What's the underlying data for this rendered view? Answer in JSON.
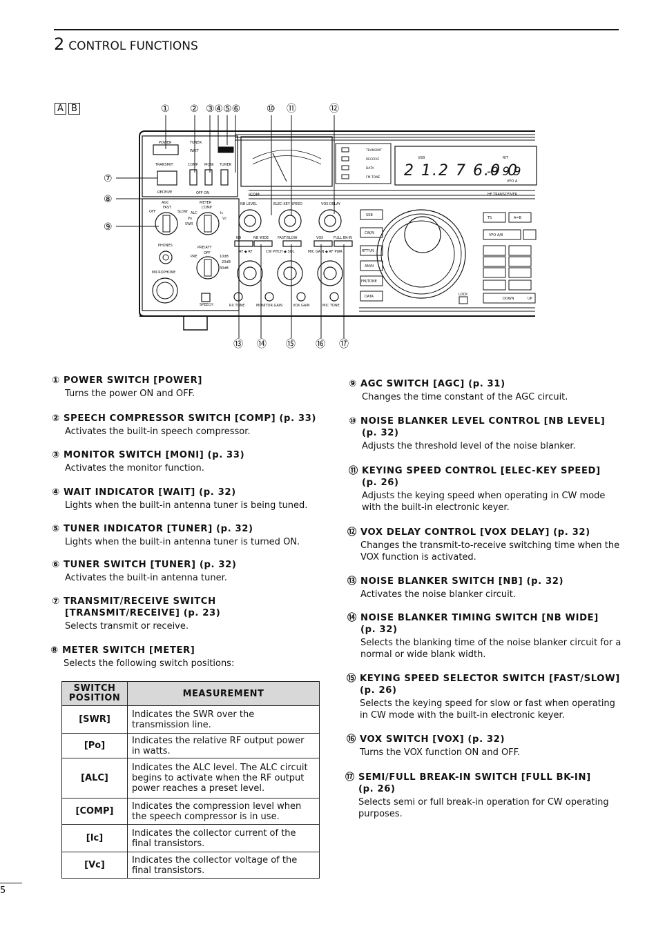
{
  "chapter": {
    "number": "2",
    "title": "CONTROL FUNCTIONS"
  },
  "version_labels": [
    "A",
    "B"
  ],
  "page_number": "5",
  "diagram": {
    "top_callouts": [
      "①",
      "②",
      "③④⑤⑥",
      "⑩",
      "⑪",
      "⑫"
    ],
    "left_callouts": [
      "⑦",
      "⑧",
      "⑨"
    ],
    "bottom_callouts": [
      "⑬",
      "⑭",
      "⑮",
      "⑯",
      "⑰"
    ],
    "panel": {
      "power": "POWER",
      "tuner": "TUNER",
      "wait": "WAIT",
      "transmit": "TRANSMIT",
      "comp": "COMP",
      "moni": "MONI",
      "tuner_sw": "TUNER",
      "receive": "RECEIVE",
      "off_on": "OFF ON",
      "agc": "AGC",
      "fast": "FAST",
      "off": "OFF",
      "slow": "SLOW",
      "meter": "METER",
      "comp2": "COMP",
      "swr": "SWR",
      "alc": "ALC",
      "po": "Po",
      "ic": "Ic",
      "vc": "Vc",
      "phones": "PHONES",
      "pre_att": "PRE/ATT",
      "pre": "PRE",
      "off2": "OFF",
      "db10": "10dB",
      "db20": "20dB",
      "db30": "30dB",
      "microphone": "MICROPHONE",
      "nb_level": "NB LEVEL",
      "elec_key_speed": "ELEC-KEY SPEED",
      "vox_delay": "VOX DELAY",
      "nb": "NB",
      "nb_wide": "NB WIDE",
      "fast_slow": "FAST/SLOW",
      "vox": "VOX",
      "full_bkin": "FULL BK-IN",
      "af_rf": "AF ◆ RF",
      "cw_pitch": "CW PITCH ◆ SQL",
      "mic_gain": "MIC GAIN ◆ RF PWR",
      "speech": "SPEECH",
      "rx_tone": "RX TONE",
      "monitor_gain": "MONITOR GAIN",
      "vox_gain": "VOX GAIN",
      "mic_tone": "MIC TONE",
      "icom": "ICOM",
      "hf_transceiver": "HF TRANSCEIVER",
      "ind_transmit": "TRANSMIT",
      "ind_receive": "RECEIVE",
      "ind_data": "DATA",
      "ind_fm_tone": "FM TONE",
      "usb": "USB",
      "rit": "RIT",
      "vfo_a": "VFO A",
      "freq": "2 1.2 7 6.0 0",
      "rit_val": "-9 9 9",
      "modes": [
        "SSB",
        "CW/N",
        "RTTY/N",
        "AM/N",
        "FM/TONE",
        "DATA"
      ],
      "lock": "LOCK",
      "ts": "TS",
      "ab": "A=B",
      "vfo_ab": "VFO A/B",
      "down": "DOWN",
      "up": "UP"
    }
  },
  "items_left": [
    {
      "title": "① POWER SWITCH [POWER]",
      "body": "Turns the power ON and OFF."
    },
    {
      "title": "② SPEECH COMPRESSOR SWITCH [COMP] (p. 33)",
      "body": "Activates the built-in speech compressor."
    },
    {
      "title": "③ MONITOR SWITCH [MONI] (p. 33)",
      "body": "Activates the monitor function."
    },
    {
      "title": "④ WAIT INDICATOR [WAIT] (p. 32)",
      "body": "Lights when the built-in antenna tuner is being tuned."
    },
    {
      "title": "⑤ TUNER INDICATOR [TUNER] (p. 32)",
      "body": "Lights when the built-in antenna tuner is turned ON."
    },
    {
      "title": "⑥ TUNER SWITCH [TUNER] (p. 32)",
      "body": "Activates the built-in antenna tuner."
    },
    {
      "title": "⑦ TRANSMIT/RECEIVE SWITCH",
      "title2": "[TRANSMIT/RECEIVE] (p. 23)",
      "body": "Selects transmit or receive."
    },
    {
      "title": "⑧ METER SWITCH [METER]",
      "body": "Selects the following switch positions:"
    }
  ],
  "table": {
    "headers": [
      "SWITCH POSITION",
      "MEASUREMENT"
    ],
    "rows": [
      {
        "pos": "[SWR]",
        "desc": "Indicates the SWR over the transmission line."
      },
      {
        "pos": "[Po]",
        "desc": "Indicates the relative RF output power in watts."
      },
      {
        "pos": "[ALC]",
        "desc": "Indicates the ALC level. The ALC circuit begins to activate when the RF output power reaches a preset level."
      },
      {
        "pos": "[COMP]",
        "desc": "Indicates the compression level when the speech compressor is in use."
      },
      {
        "pos": "[Ic]",
        "desc": "Indicates the collector current of the final transistors."
      },
      {
        "pos": "[Vc]",
        "desc": "Indicates the collector voltage of the final transistors."
      }
    ]
  },
  "items_right": [
    {
      "title": "⑨ AGC SWITCH [AGC] (p. 31)",
      "body": "Changes the time constant of the AGC circuit."
    },
    {
      "title": "⑩ NOISE BLANKER LEVEL CONTROL [NB LEVEL]",
      "title2": "(p. 32)",
      "body": "Adjusts the threshold level of the noise blanker."
    },
    {
      "title": "⑪ KEYING SPEED CONTROL [ELEC-KEY SPEED]",
      "title2": "(p. 26)",
      "body": "Adjusts the keying speed when operating in CW mode with the built-in electronic keyer."
    },
    {
      "title": "⑫ VOX DELAY CONTROL [VOX DELAY] (p. 32)",
      "body": "Changes the transmit-to-receive switching time when the VOX function is activated."
    },
    {
      "title": "⑬ NOISE BLANKER SWITCH [NB] (p. 32)",
      "body": "Activates the noise blanker circuit."
    },
    {
      "title": "⑭ NOISE BLANKER TIMING SWITCH [NB WIDE]",
      "title2": "(p. 32)",
      "body": "Selects the blanking time of the noise blanker circuit for a normal or wide blank width."
    },
    {
      "title": "⑮ KEYING SPEED SELECTOR SWITCH [FAST/SLOW]",
      "title2": "(p. 26)",
      "body": "Selects the keying speed for slow or fast when operating in CW mode with the built-in electronic keyer."
    },
    {
      "title": "⑯ VOX SWITCH [VOX] (p. 32)",
      "body": "Turns the VOX function ON and OFF."
    },
    {
      "title": "⑰ SEMI/FULL BREAK-IN SWITCH [FULL BK-IN]",
      "title2": "(p. 26)",
      "body": "Selects semi or full break-in operation for CW operating purposes."
    }
  ]
}
